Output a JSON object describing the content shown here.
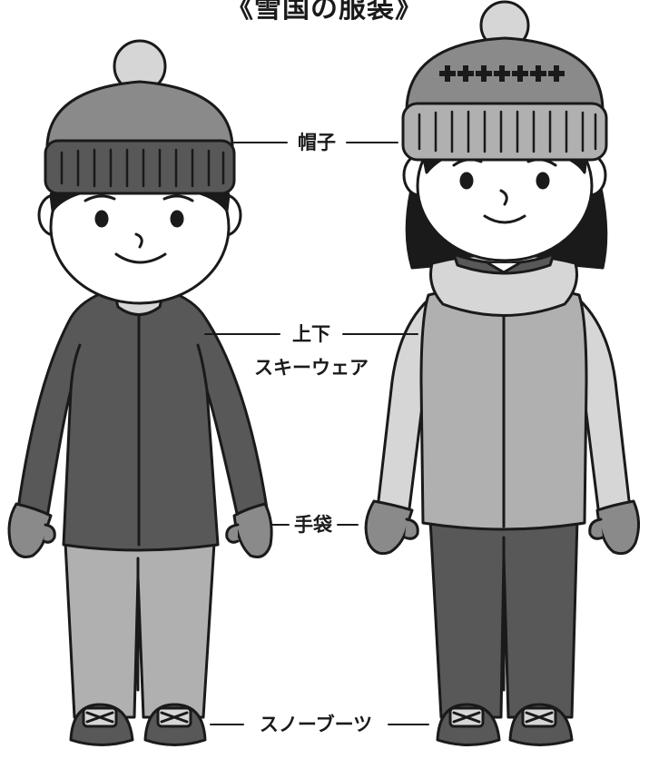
{
  "title": "《雪国の服装》",
  "labels": {
    "hat": "帽子",
    "wear_line1": "上下",
    "wear_line2": "スキーウェア",
    "gloves": "手袋",
    "boots": "スノーブーツ"
  },
  "colors": {
    "outline": "#1a1a1a",
    "dark_gray": "#585858",
    "mid_gray": "#8a8a8a",
    "light_gray": "#b0b0b0",
    "pale_gray": "#d6d6d6",
    "skin": "#ffffff"
  }
}
